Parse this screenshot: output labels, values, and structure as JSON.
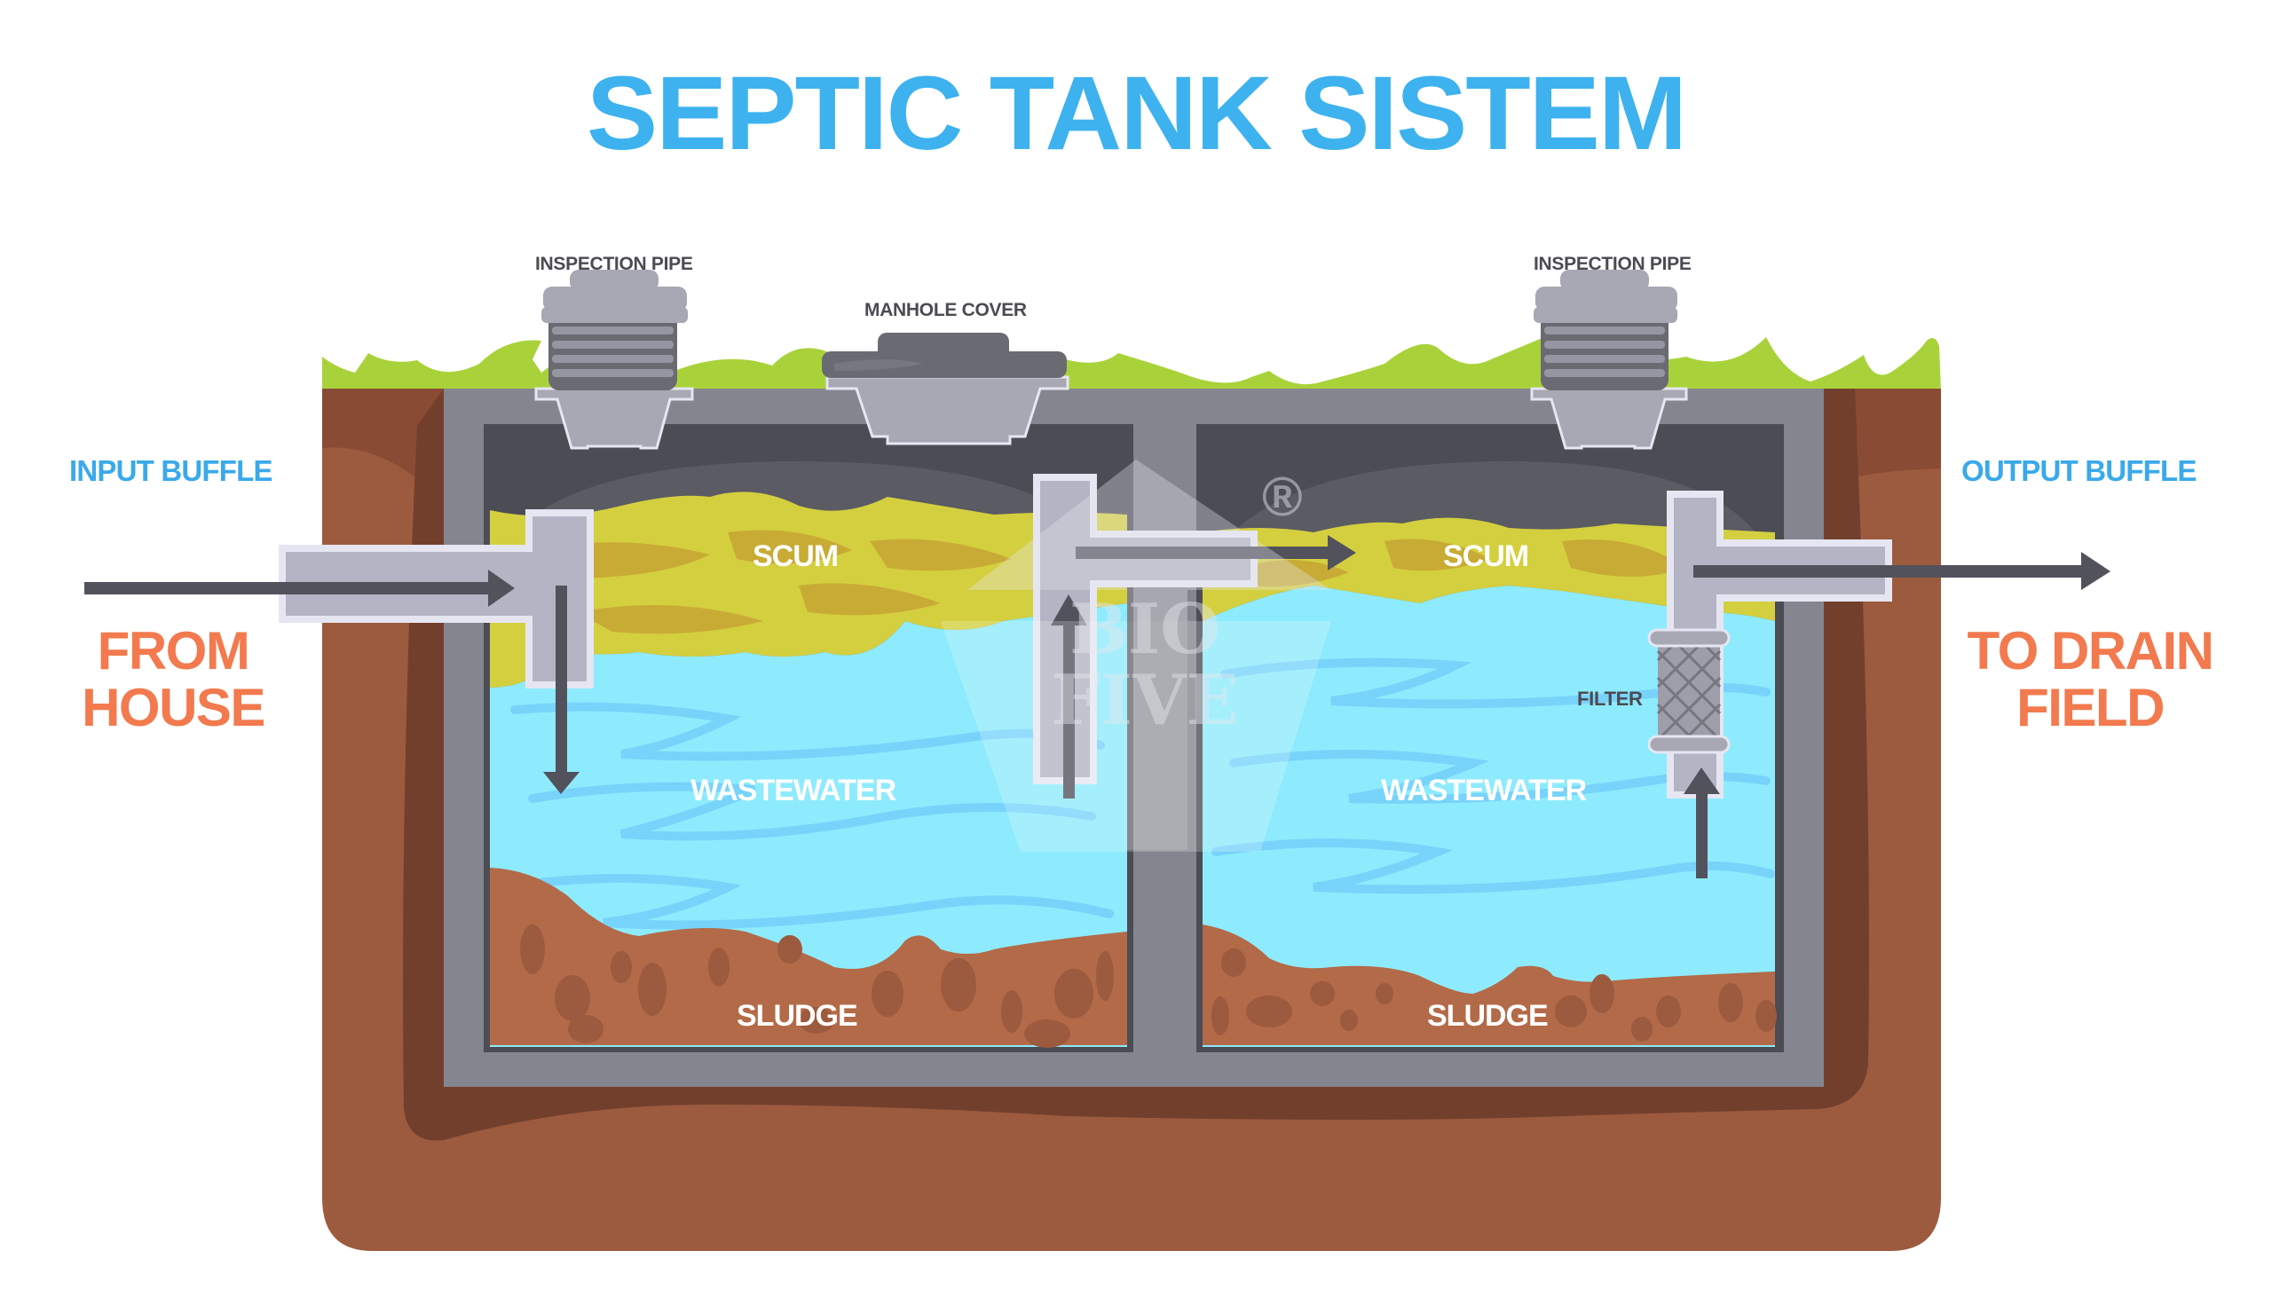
{
  "title": "SEPTIC TANK SISTEM",
  "labels": {
    "inspection_pipe_left": "INSPECTION PIPE",
    "manhole_cover": "MANHOLE COVER",
    "inspection_pipe_right": "INSPECTION PIPE",
    "input_buffle": "INPUT BUFFLE",
    "output_buffle": "OUTPUT BUFFLE",
    "from_house_line1": "FROM",
    "from_house_line2": "HOUSE",
    "to_drain_line1": "TO DRAIN",
    "to_drain_line2": "FIELD",
    "filter": "FILTER"
  },
  "chambers": [
    {
      "scum": "SCUM",
      "wastewater": "WASTEWATER",
      "sludge": "SLUDGE"
    },
    {
      "scum": "SCUM",
      "wastewater": "WASTEWATER",
      "sludge": "SLUDGE"
    }
  ],
  "watermark": {
    "line1": "BIO",
    "line2": "FIVE",
    "mark": "®"
  },
  "colors": {
    "title": "#3db2ef",
    "flow_label": "#f27a4e",
    "buffle_label": "#3aa9ea",
    "grass": "#a9d23a",
    "soil": "#9c5b3e",
    "soil_dark": "#733f2d",
    "concrete": "#85858f",
    "tank_air": "#4c4c54",
    "scum": "#d4cf3f",
    "scum_dark": "#c8ab35",
    "water": "#8eebfd",
    "water_line": "#78d3fb",
    "sludge": "#b36a48",
    "sludge_spot": "#9c5a3f",
    "pipe": "#b4b4c4",
    "pipe_outline": "#e6e6f3",
    "arrow": "#52525c"
  }
}
